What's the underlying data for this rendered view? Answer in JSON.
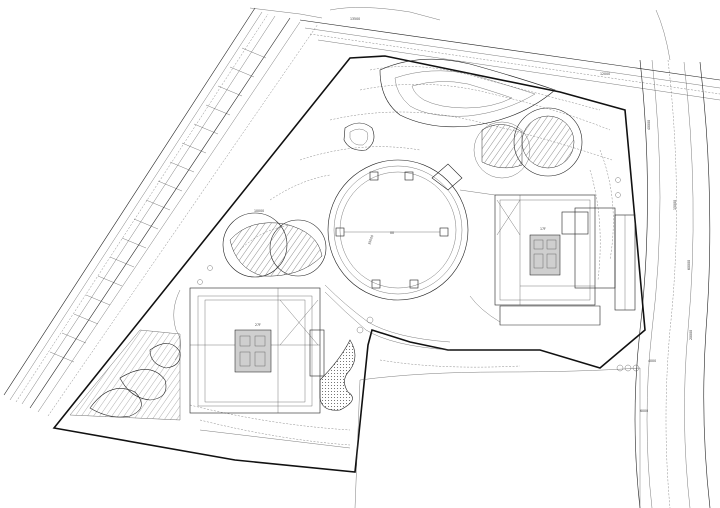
{
  "labels": {
    "plaza": "00",
    "tower_a": "27F",
    "tower_b": "17F",
    "dim_a": "40000",
    "dim_b": "15000",
    "dim_c": "60000",
    "dim_d": "20000",
    "dim_e": "12000",
    "dim_f": "13500",
    "dim_g": "35000",
    "dim_h": "4000",
    "dim_i": "6000",
    "dim_j": "10000"
  }
}
